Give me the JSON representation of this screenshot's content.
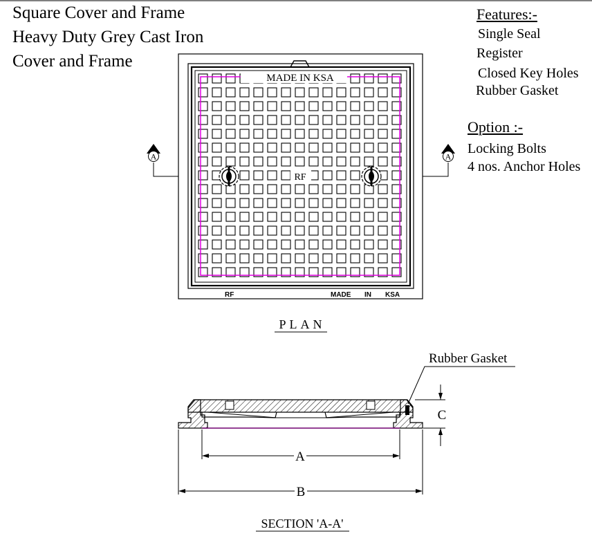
{
  "title": {
    "line1": "Square Cover and Frame",
    "line2": "Heavy Duty Grey Cast Iron",
    "line3": "Cover and Frame"
  },
  "features": {
    "heading": "Features:-",
    "items": [
      "Single Seal",
      "Register",
      "Closed Key Holes",
      "Rubber Gasket"
    ]
  },
  "options": {
    "heading": "Option :-",
    "items": [
      "Locking Bolts",
      "4 nos. Anchor Holes"
    ]
  },
  "plan": {
    "caption": "PLAN",
    "cover_text": "MADE IN KSA",
    "center_text": "RF",
    "frame_left_text": "RF",
    "frame_right_words": [
      "MADE",
      "IN",
      "KSA"
    ],
    "section_marker": "A"
  },
  "section": {
    "caption": "SECTION 'A-A'",
    "gasket_label": "Rubber Gasket",
    "dim_a": "A",
    "dim_b": "B",
    "dim_c": "C"
  },
  "colors": {
    "line": "#000000",
    "gasket_outline": "#e000e0"
  }
}
